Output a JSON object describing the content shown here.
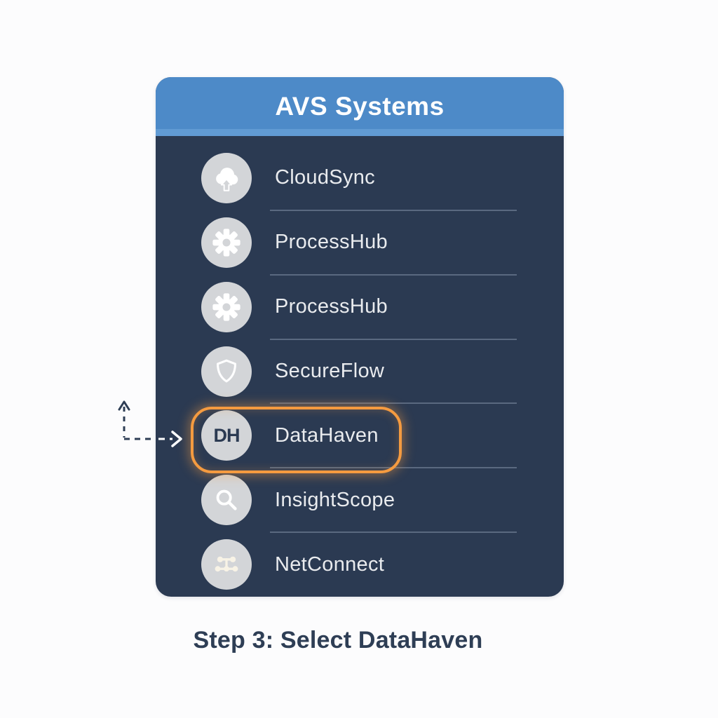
{
  "panel": {
    "header": {
      "title": "AVS Systems"
    },
    "items": [
      {
        "label": "CloudSync",
        "icon": "cloud-upload-icon"
      },
      {
        "label": "ProcessHub",
        "icon": "gear-icon"
      },
      {
        "label": "ProcessHub",
        "icon": "gear-icon"
      },
      {
        "label": "SecureFlow",
        "icon": "shield-icon"
      },
      {
        "label": "DataHaven",
        "icon": "dh-monogram-icon",
        "monogram": "DH",
        "highlighted": true
      },
      {
        "label": "InsightScope",
        "icon": "magnifier-icon"
      },
      {
        "label": "NetConnect",
        "icon": "network-icon"
      }
    ]
  },
  "annotation": {
    "caption": "Step 3: Select DataHaven",
    "arrow_target": "DataHaven"
  },
  "colors": {
    "header_blue": "#4d8ac8",
    "panel_navy": "#2b3a52",
    "icon_circle_gray": "#d3d5d8",
    "label_text": "#e9ebee",
    "highlight_orange": "#f59b40",
    "caption_navy": "#2e3e55"
  }
}
